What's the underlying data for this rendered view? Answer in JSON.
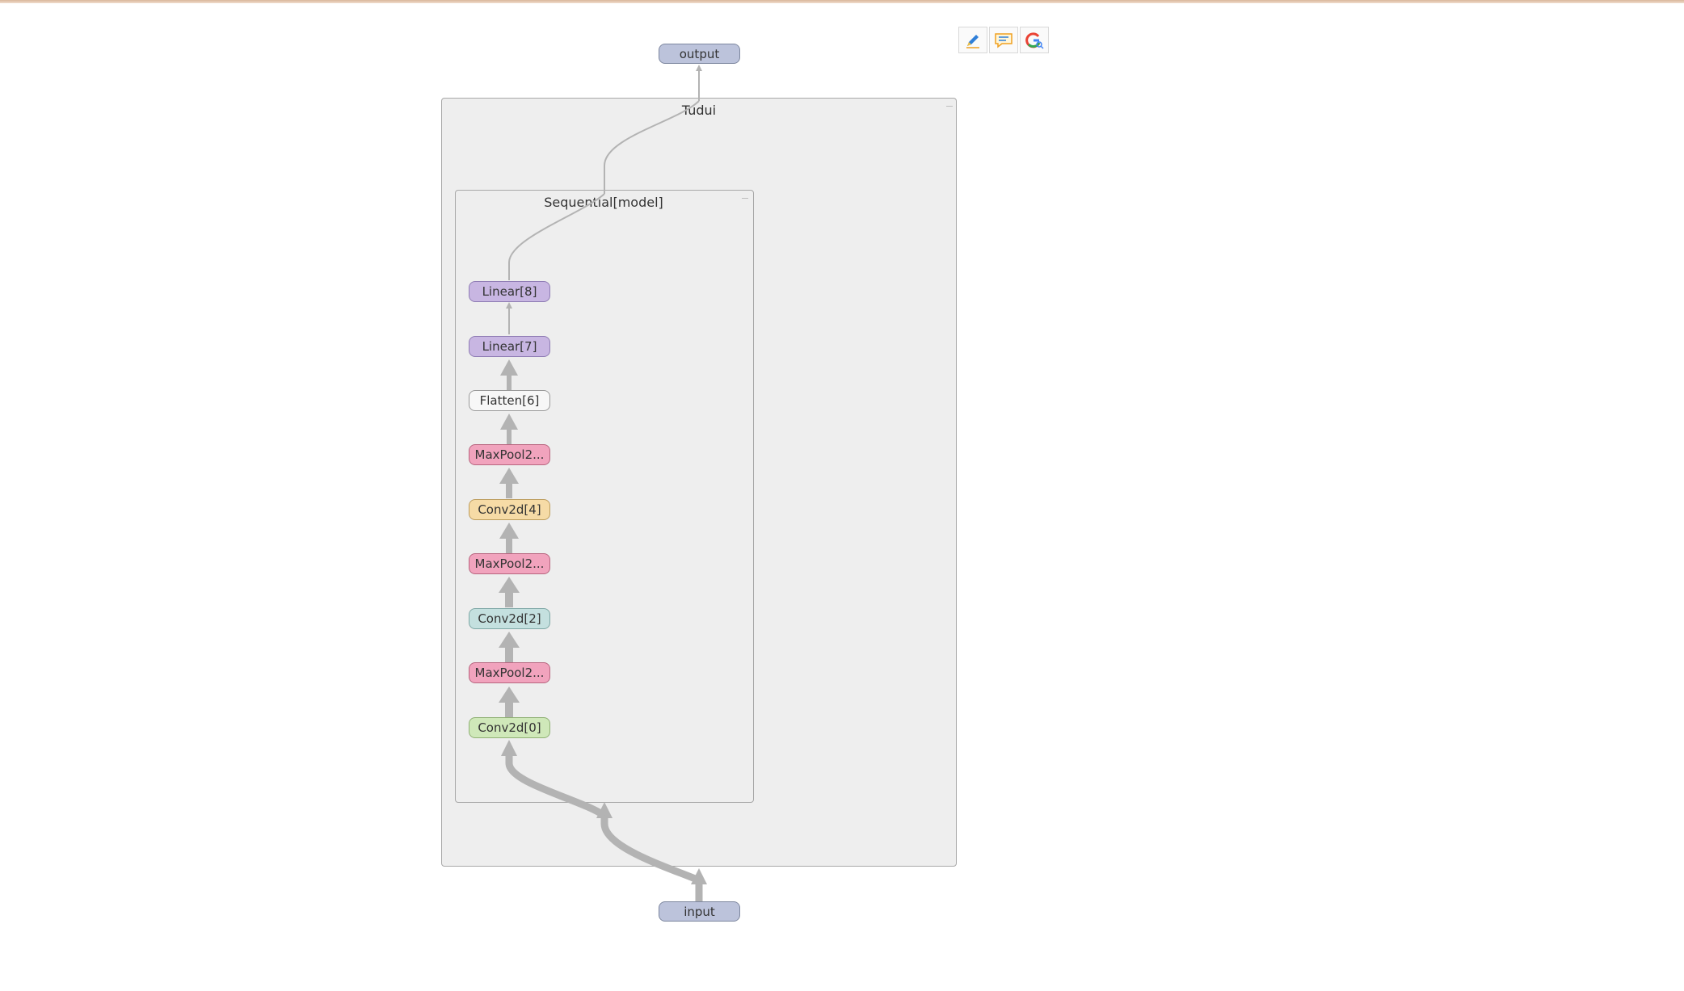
{
  "toolbar": {
    "buttons": [
      {
        "name": "pen-icon",
        "color": "#2f7fd8"
      },
      {
        "name": "comment-icon",
        "color": "#f0a020"
      },
      {
        "name": "google-lens-icon",
        "color": "#4285f4"
      }
    ]
  },
  "graph": {
    "output_label": "output",
    "input_label": "input",
    "outer_cluster_label": "Tudui",
    "inner_cluster_label": "Sequential[model]",
    "layers": [
      {
        "label": "Linear[8]",
        "fill": "#c8b6e2",
        "border": "#8f7cb4"
      },
      {
        "label": "Linear[7]",
        "fill": "#c8b6e2",
        "border": "#8f7cb4"
      },
      {
        "label": "Flatten[6]",
        "fill": "#f7f7f7",
        "border": "#9a9a9a"
      },
      {
        "label": "MaxPool2...",
        "fill": "#f1a3bd",
        "border": "#b8657f"
      },
      {
        "label": "Conv2d[4]",
        "fill": "#f6dba6",
        "border": "#bd9d5e"
      },
      {
        "label": "MaxPool2...",
        "fill": "#f1a3bd",
        "border": "#b8657f"
      },
      {
        "label": "Conv2d[2]",
        "fill": "#c4e0df",
        "border": "#7ea7a5"
      },
      {
        "label": "MaxPool2...",
        "fill": "#f1a3bd",
        "border": "#b8657f"
      },
      {
        "label": "Conv2d[0]",
        "fill": "#cfe8b9",
        "border": "#8fb074"
      }
    ],
    "io_fill": "#bcc3db",
    "edge_color": "#b3b3b3"
  }
}
